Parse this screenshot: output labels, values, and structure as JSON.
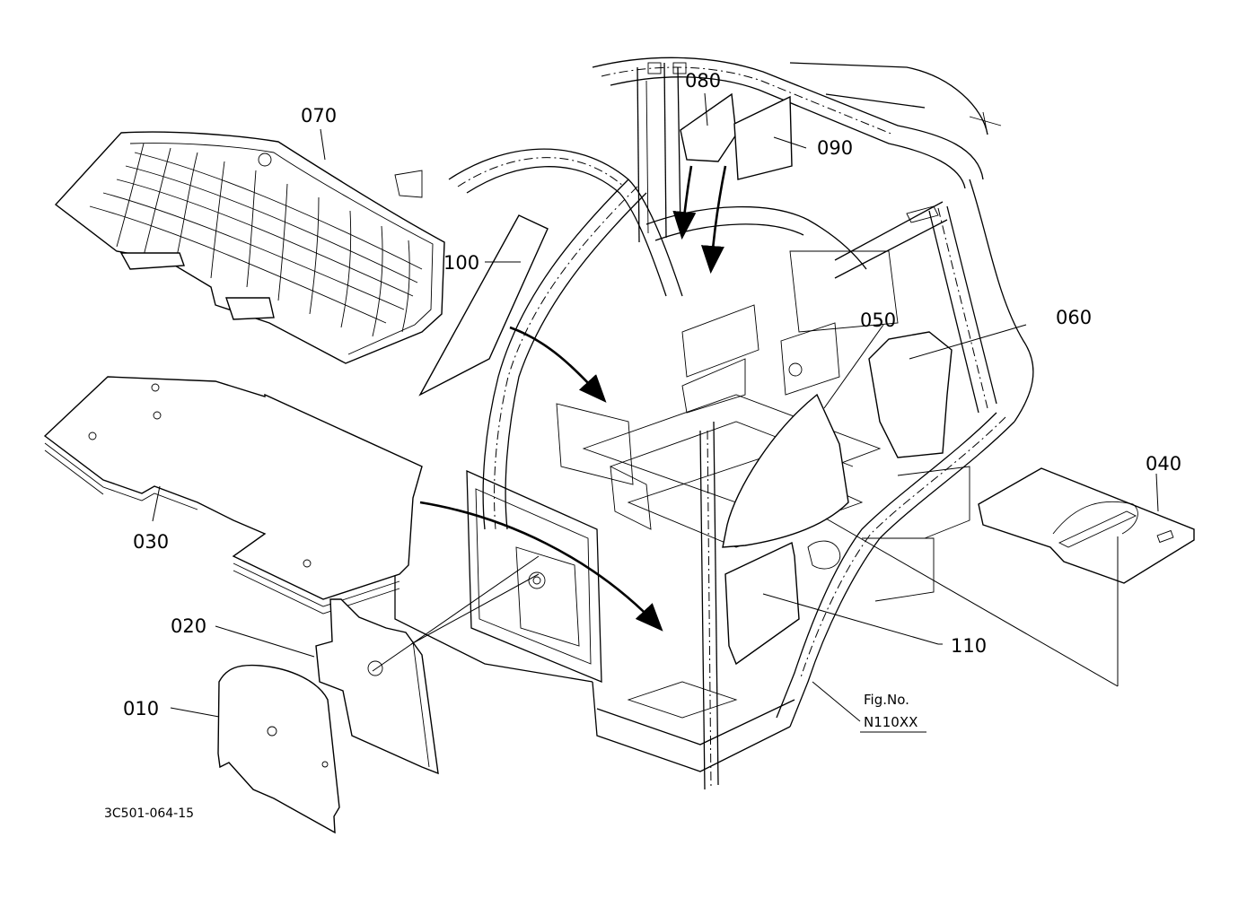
{
  "diagram": {
    "parts": [
      {
        "id": "010",
        "label": "010"
      },
      {
        "id": "020",
        "label": "020"
      },
      {
        "id": "030",
        "label": "030"
      },
      {
        "id": "040",
        "label": "040"
      },
      {
        "id": "050",
        "label": "050"
      },
      {
        "id": "060",
        "label": "060"
      },
      {
        "id": "070",
        "label": "070"
      },
      {
        "id": "080",
        "label": "080"
      },
      {
        "id": "090",
        "label": "090"
      },
      {
        "id": "100",
        "label": "100"
      },
      {
        "id": "110",
        "label": "110"
      }
    ],
    "figure": {
      "caption_line1": "Fig.No.",
      "caption_line2": "N110XX"
    },
    "drawing_code": "3C501-064-15"
  }
}
